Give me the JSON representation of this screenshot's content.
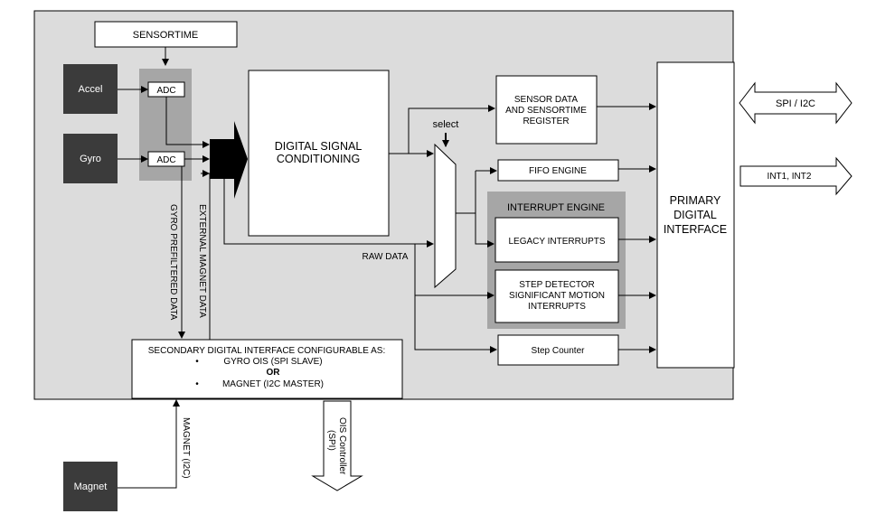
{
  "colors": {
    "panel": "#dcdcdc",
    "sensor_block": "#3b3b3b",
    "adc_group": "#a6a6a6",
    "interrupt_group": "#a6a6a6"
  },
  "sensortime": "SENSORTIME",
  "accel": "Accel",
  "gyro": "Gyro",
  "magnet": "Magnet",
  "adc_accel": "ADC",
  "adc_gyro": "ADC",
  "dsp": {
    "line1": "DIGITAL SIGNAL",
    "line2": "CONDITIONING"
  },
  "select": "select",
  "raw_data": "RAW DATA",
  "sensor_data": {
    "line1": "SENSOR DATA",
    "line2": "AND SENSORTIME",
    "line3": "REGISTER"
  },
  "fifo": "FIFO ENGINE",
  "interrupt_engine": "INTERRUPT ENGINE",
  "legacy_interrupts": "LEGACY INTERRUPTS",
  "step_detector": {
    "line1": "STEP DETECTOR",
    "line2": "SIGNIFICANT MOTION",
    "line3": "INTERRUPTS"
  },
  "step_counter": "Step Counter",
  "primary": {
    "line1": "PRIMARY",
    "line2": "DIGITAL",
    "line3": "INTERFACE"
  },
  "spi_i2c": "SPI / I2C",
  "int_pins": "INT1, INT2",
  "gyro_prefiltered": "GYRO PREFILTERED DATA",
  "external_magnet": "EXTERNAL MAGNET DATA",
  "secondary": {
    "line1": "SECONDARY DIGITAL INTERFACE CONFIGURABLE AS:",
    "item1": "GYRO OIS (SPI SLAVE)",
    "or": "OR",
    "item2": "MAGNET (I2C MASTER)",
    "bullet": "•"
  },
  "magnet_i2c": "MAGNET (I2C)",
  "ois_line1": "OIS Controller",
  "ois_line2": "(SPI)"
}
